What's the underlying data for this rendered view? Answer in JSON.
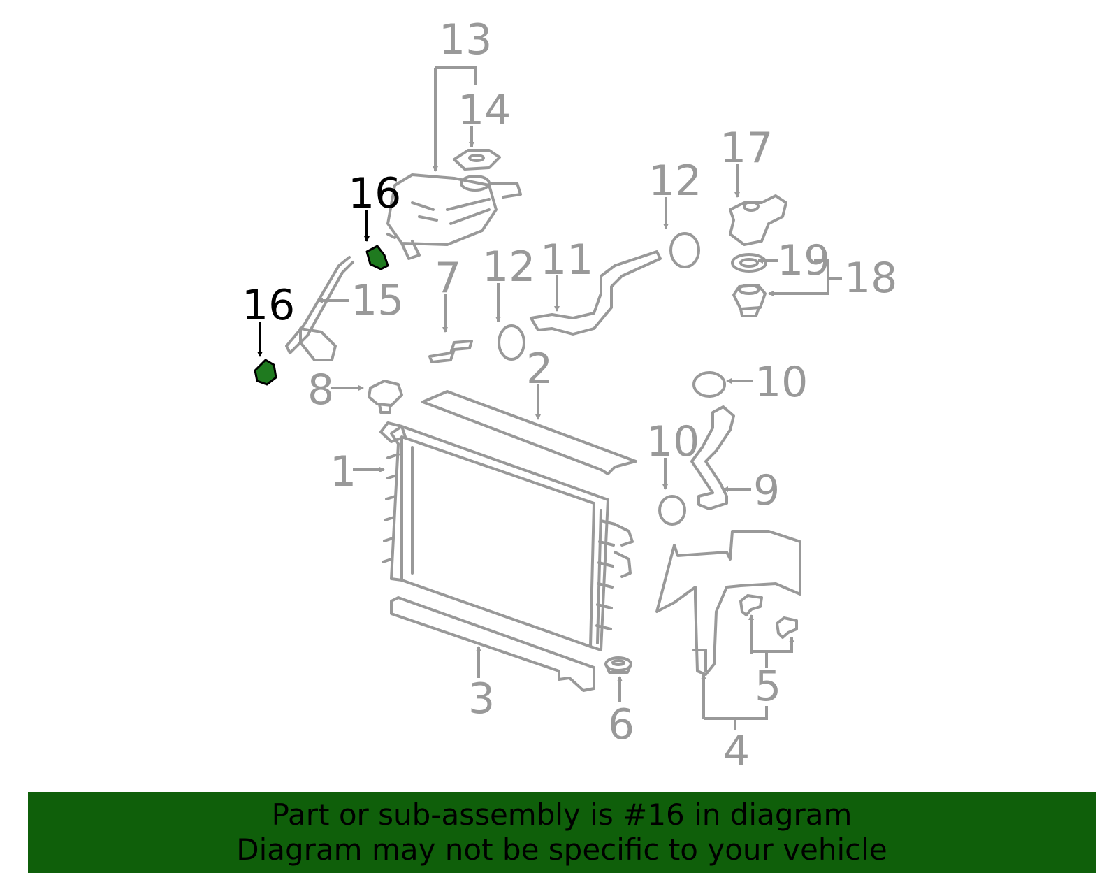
{
  "callouts": {
    "c1": "1",
    "c2": "2",
    "c3": "3",
    "c4": "4",
    "c5": "5",
    "c6": "6",
    "c7": "7",
    "c8": "8",
    "c9": "9",
    "c10a": "10",
    "c10b": "10",
    "c11": "11",
    "c12a": "12",
    "c12b": "12",
    "c13": "13",
    "c14": "14",
    "c15": "15",
    "c16a": "16",
    "c16b": "16",
    "c17": "17",
    "c18": "18",
    "c19": "19"
  },
  "colors": {
    "part_lines": "#999999",
    "highlight_fill": "#1f7a1f",
    "highlight_text": "#000000",
    "banner_bg": "#0f5f0a"
  },
  "banner": {
    "line1": "Part or sub-assembly is #16 in diagram",
    "line2": "Diagram may not be specific to your vehicle"
  }
}
